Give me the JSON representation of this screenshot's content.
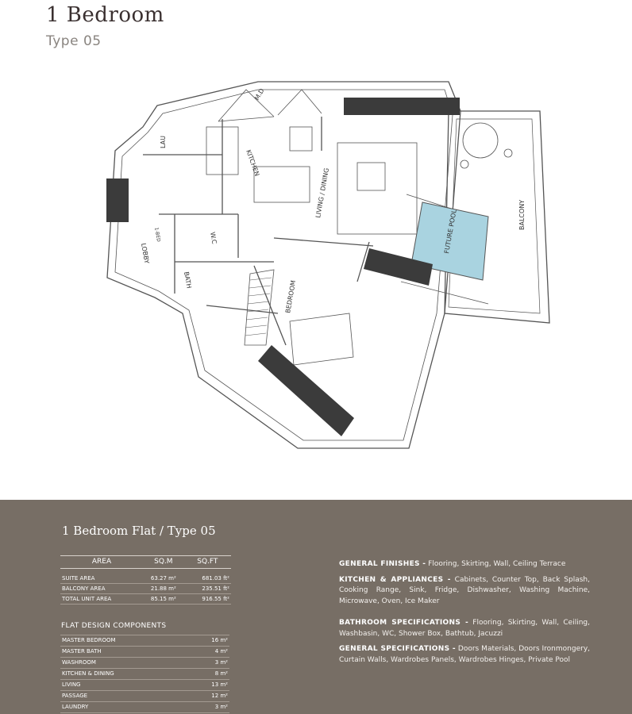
{
  "header": {
    "title": "1 Bedroom",
    "subtitle": "Type 05"
  },
  "plan_labels": {
    "lau": "LAU",
    "md": "M.D",
    "kitchen": "KITCHEN",
    "living": "LIVING / DINING",
    "balcony": "BALCONY",
    "pool": "FUTURE POOL",
    "lobby": "LOBBY",
    "wc": "W.C",
    "bath": "BATH",
    "bedroom": "BEDROOM",
    "one_bed": "1-BED"
  },
  "colors": {
    "panel_bg": "#776e65",
    "pool": "#a9d3e0",
    "wall": "#555555",
    "column": "#3b3b3b"
  },
  "panel": {
    "title": "1 Bedroom Flat / Type 05",
    "area_headers": [
      "AREA",
      "SQ.M",
      "SQ.FT"
    ],
    "area_rows": [
      {
        "name": "SUITE AREA",
        "sqm": "63.27 m²",
        "sqft": "681.03 ft²"
      },
      {
        "name": "BALCONY AREA",
        "sqm": "21.88 m²",
        "sqft": "235.51 ft²"
      },
      {
        "name": "TOTAL UNIT AREA",
        "sqm": "85.15 m²",
        "sqft": "916.55 ft²"
      }
    ],
    "components_title": "FLAT DESIGN COMPONENTS",
    "components": [
      {
        "name": "MASTER BEDROOM",
        "value": "16 m²"
      },
      {
        "name": "MASTER BATH",
        "value": "4 m²"
      },
      {
        "name": "WASHROOM",
        "value": "3 m²"
      },
      {
        "name": "KITCHEN & DINING",
        "value": "8 m²"
      },
      {
        "name": "LIVING",
        "value": "13 m²"
      },
      {
        "name": "PASSAGE",
        "value": "12 m²"
      },
      {
        "name": "LAUNDRY",
        "value": "3 m²"
      }
    ],
    "specs": [
      {
        "label": "GENERAL FINISHES -",
        "text": " Flooring, Skirting, Wall, Ceiling Terrace"
      },
      {
        "label": "KITCHEN & APPLIANCES -",
        "text": " Cabinets, Counter Top, Back Splash, Cooking Range, Sink, Fridge, Dishwasher, Washing Machine, Microwave, Oven, Ice Maker"
      },
      {
        "label": "BATHROOM SPECIFICATIONS -",
        "text": " Flooring, Skirting, Wall, Ceiling, Washbasin, WC, Shower Box, Bathtub, Jacuzzi"
      },
      {
        "label": "GENERAL SPECIFICATIONS -",
        "text": " Doors Materials, Doors Ironmongery, Curtain Walls, Wardrobes Panels, Wardrobes Hinges, Private Pool"
      }
    ]
  }
}
